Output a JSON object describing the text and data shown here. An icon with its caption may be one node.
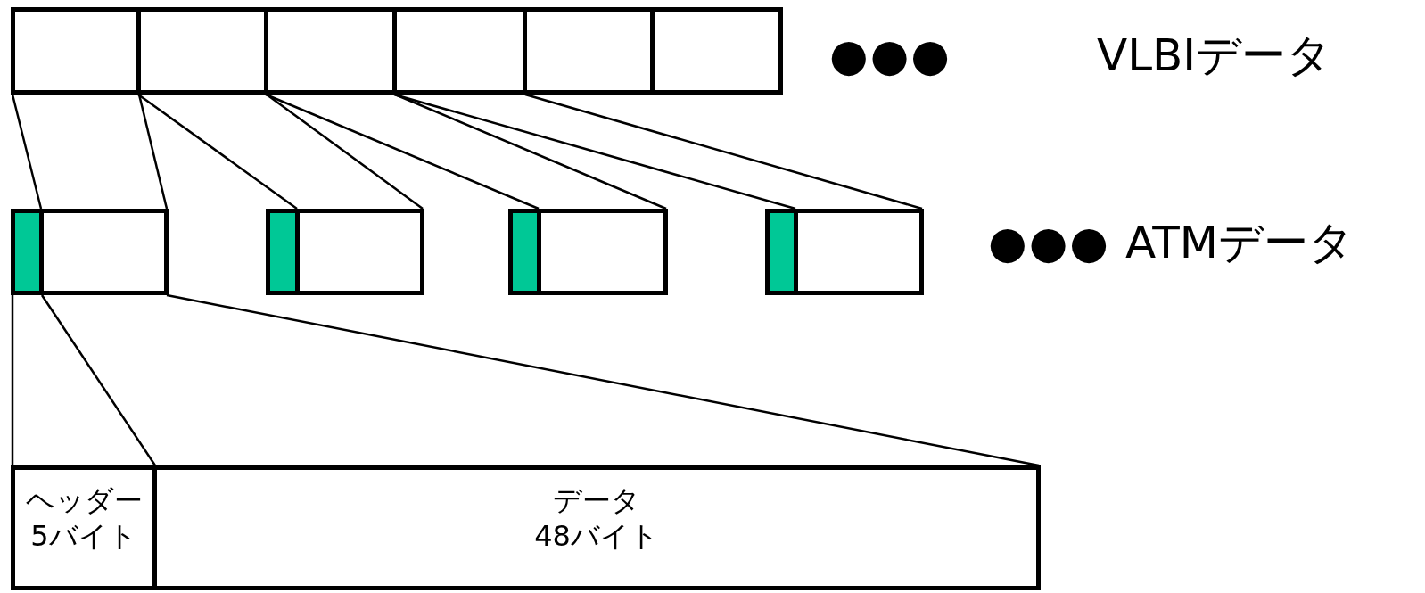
{
  "diagram": {
    "nodes": [
      {
        "text": [],
        "shape": "box"
      },
      {
        "text": [],
        "shape": "box"
      },
      {
        "text": [],
        "shape": "box"
      },
      {
        "text": [],
        "shape": "box"
      },
      {
        "text": [],
        "shape": "box"
      },
      {
        "text": [],
        "shape": "box"
      },
      {
        "text": [],
        "shape": "bar"
      },
      {
        "text": [],
        "shape": "box"
      },
      {
        "text": [],
        "shape": "bar"
      },
      {
        "text": [],
        "shape": "box"
      },
      {
        "text": [],
        "shape": "bar"
      },
      {
        "text": [],
        "shape": "box"
      },
      {
        "text": [],
        "shape": "bar"
      },
      {
        "text": [],
        "shape": "box"
      },
      {
        "text": [
          "ヘッダー",
          "5バイト"
        ]
      },
      {
        "text": [
          "データ",
          "48バイト"
        ]
      }
    ],
    "edges": [
      {
        "from": 0,
        "to": 7,
        "arrow": "none"
      },
      {
        "from": 0,
        "to": 7,
        "arrow": "none"
      },
      {
        "from": 1,
        "to": 9,
        "arrow": "none"
      },
      {
        "from": 1,
        "to": 9,
        "arrow": "none"
      },
      {
        "from": 2,
        "to": 11,
        "arrow": "none"
      },
      {
        "from": 2,
        "to": 11,
        "arrow": "none"
      },
      {
        "from": 3,
        "to": 13,
        "arrow": "none"
      },
      {
        "from": 3,
        "to": 13,
        "arrow": "none"
      },
      {
        "from": 6,
        "to": 14,
        "arrow": "none"
      },
      {
        "from": 6,
        "to": 14,
        "arrow": "none"
      },
      {
        "from": 7,
        "to": 15,
        "arrow": "none"
      }
    ],
    "labels": [
      "●●●",
      "VLBIデータ",
      "●●●",
      "ATMデータ"
    ]
  }
}
